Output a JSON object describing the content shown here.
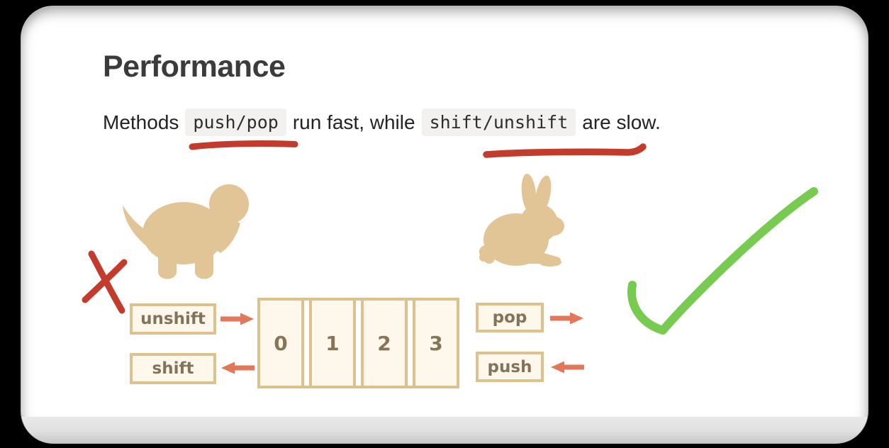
{
  "page": {
    "title": "Performance",
    "sentence": {
      "prefix": "Methods",
      "code_fast": "push/pop",
      "middle": "run fast, while",
      "code_slow": "shift/unshift",
      "suffix": "are slow."
    }
  },
  "diagram": {
    "array_cells": [
      "0",
      "1",
      "2",
      "3"
    ],
    "left_ops": {
      "top": "unshift",
      "bottom": "shift"
    },
    "right_ops": {
      "top": "pop",
      "bottom": "push"
    },
    "slow_animal": "turtle",
    "fast_animal": "rabbit",
    "slow_verdict": "cross-mark",
    "fast_verdict": "check-mark"
  },
  "colors": {
    "animal_tan": "#e2c596",
    "box_border": "#ddc18e",
    "box_bg": "#fdf8eb",
    "box_text": "#85725a",
    "arrow_salmon": "#e2775a",
    "marker_red": "#c23b2c",
    "check_green": "#77cb51",
    "code_bg": "#f2f1ef",
    "title_text": "#3b3b3b",
    "body_text": "#232323"
  }
}
